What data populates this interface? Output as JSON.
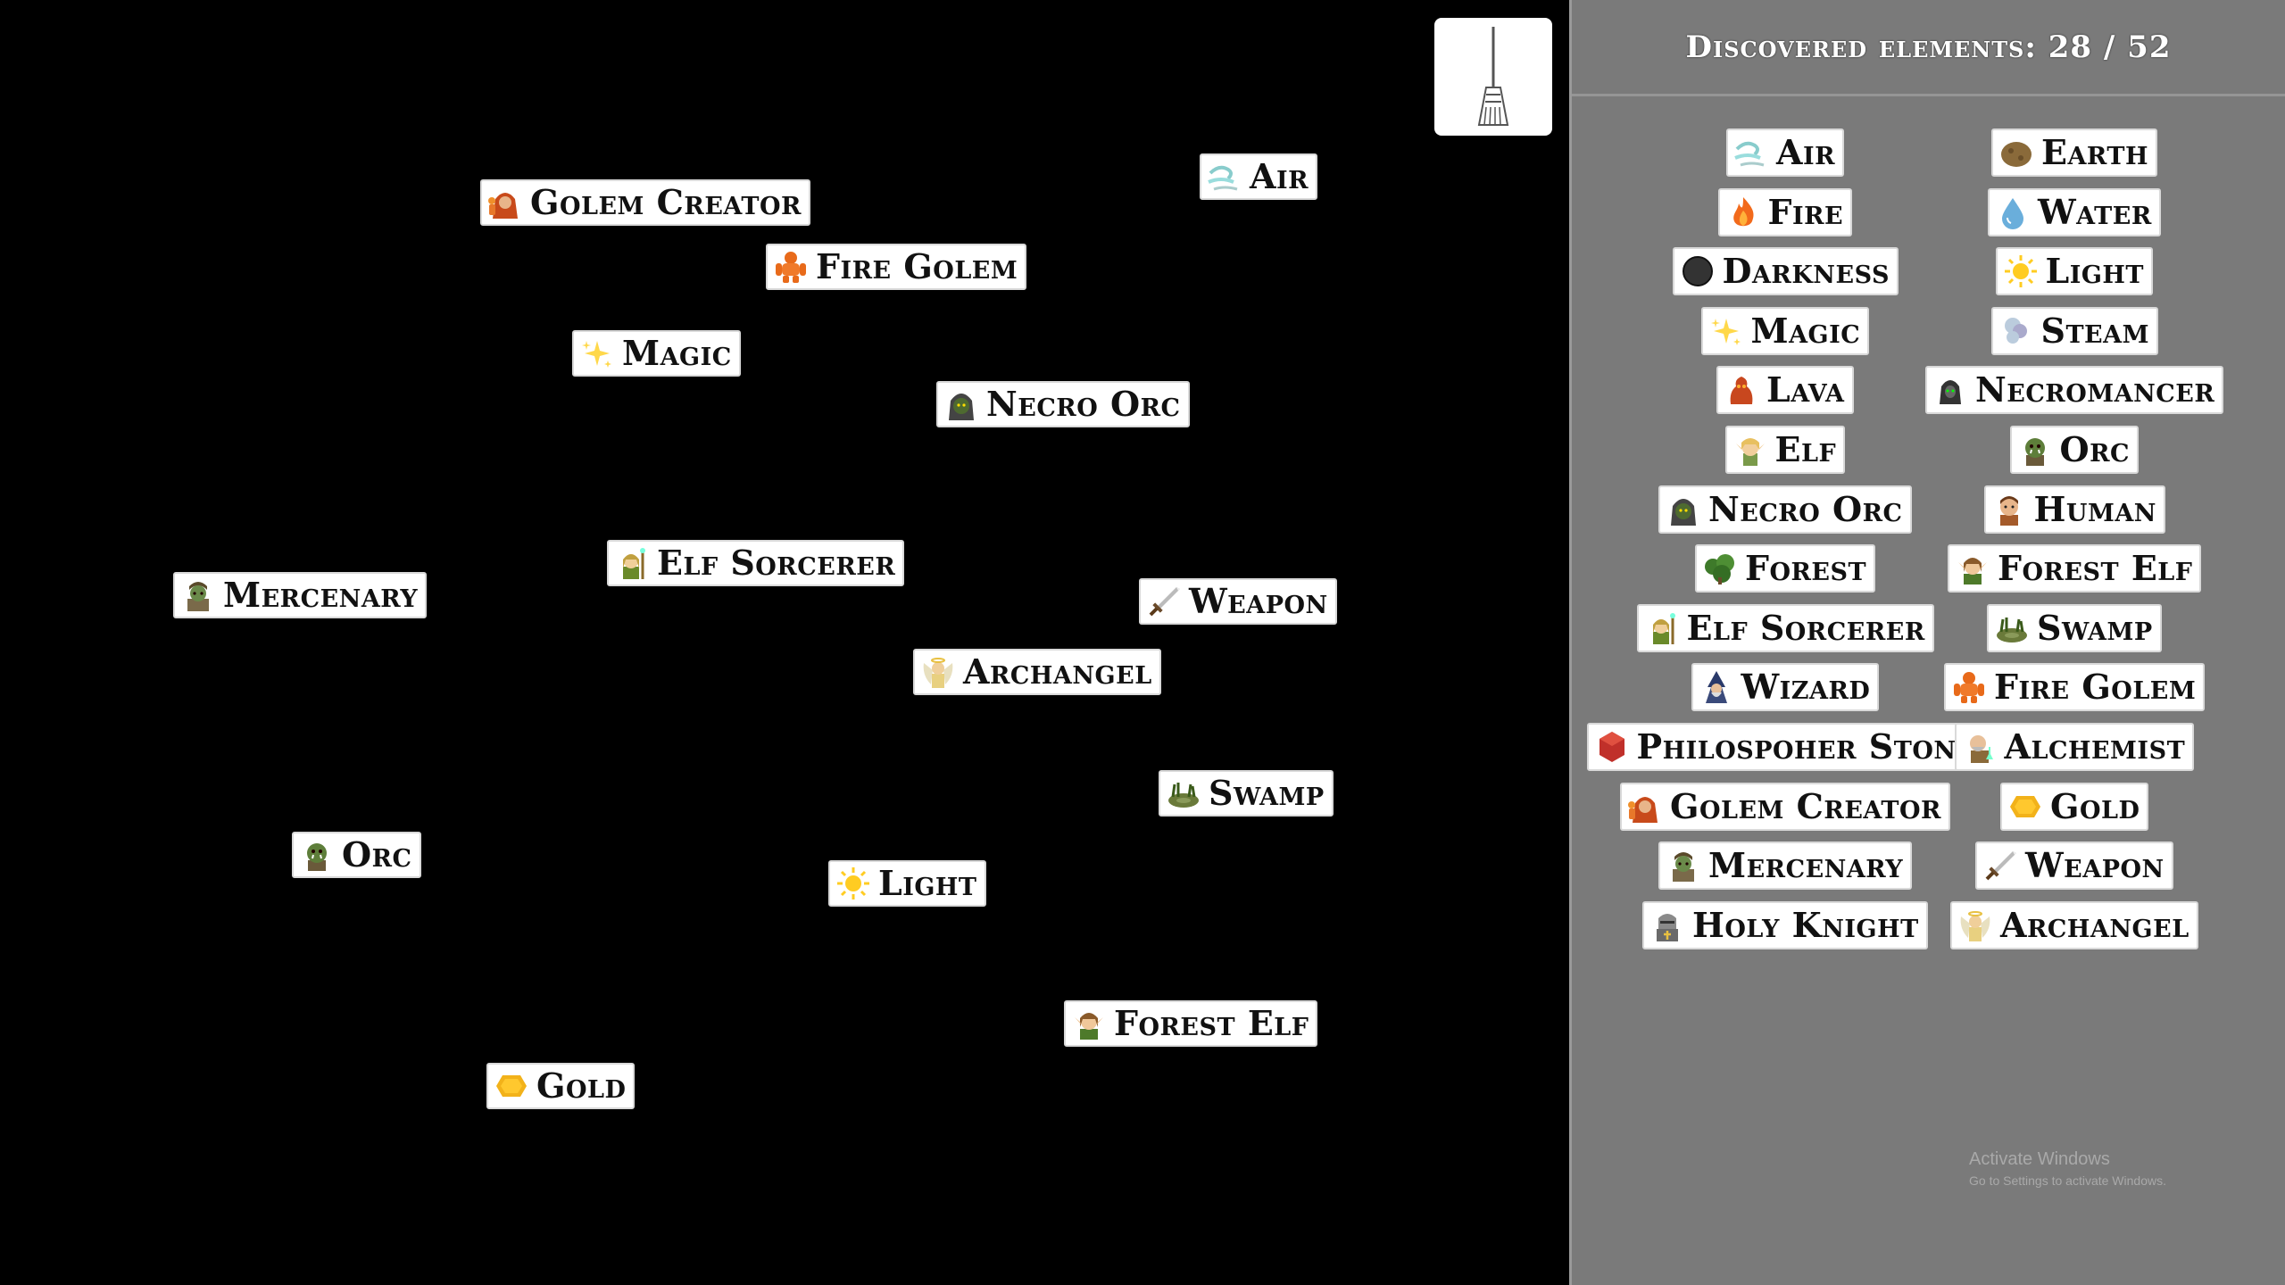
{
  "sidebar": {
    "title": "Discovered elements: 28 / 52",
    "items": [
      {
        "label": "Air",
        "icon": "air-icon"
      },
      {
        "label": "Earth",
        "icon": "earth-icon"
      },
      {
        "label": "Fire",
        "icon": "fire-icon"
      },
      {
        "label": "Water",
        "icon": "water-icon"
      },
      {
        "label": "Darkness",
        "icon": "darkness-icon"
      },
      {
        "label": "Light",
        "icon": "light-icon"
      },
      {
        "label": "Magic",
        "icon": "magic-icon"
      },
      {
        "label": "Steam",
        "icon": "steam-icon"
      },
      {
        "label": "Lava",
        "icon": "lava-icon"
      },
      {
        "label": "Necromancer",
        "icon": "necromancer-icon"
      },
      {
        "label": "Elf",
        "icon": "elf-icon"
      },
      {
        "label": "Orc",
        "icon": "orc-icon"
      },
      {
        "label": "Necro Orc",
        "icon": "necro-orc-icon"
      },
      {
        "label": "Human",
        "icon": "human-icon"
      },
      {
        "label": "Forest",
        "icon": "forest-icon"
      },
      {
        "label": "Forest Elf",
        "icon": "forest-elf-icon"
      },
      {
        "label": "Elf Sorcerer",
        "icon": "elf-sorcerer-icon"
      },
      {
        "label": "Swamp",
        "icon": "swamp-icon"
      },
      {
        "label": "Wizard",
        "icon": "wizard-icon"
      },
      {
        "label": "Fire Golem",
        "icon": "fire-golem-icon"
      },
      {
        "label": "Philospoher Stone",
        "icon": "philosopher-stone-icon"
      },
      {
        "label": "Alchemist",
        "icon": "alchemist-icon"
      },
      {
        "label": "Golem Creator",
        "icon": "golem-creator-icon"
      },
      {
        "label": "Gold",
        "icon": "gold-icon"
      },
      {
        "label": "Mercenary",
        "icon": "mercenary-icon"
      },
      {
        "label": "Weapon",
        "icon": "weapon-icon"
      },
      {
        "label": "Holy Knight",
        "icon": "holy-knight-icon"
      },
      {
        "label": "Archangel",
        "icon": "archangel-icon"
      }
    ]
  },
  "workspace": {
    "items": [
      {
        "label": "Golem Creator",
        "icon": "golem-creator-icon"
      },
      {
        "label": "Air",
        "icon": "air-icon"
      },
      {
        "label": "Fire Golem",
        "icon": "fire-golem-icon"
      },
      {
        "label": "Magic",
        "icon": "magic-icon"
      },
      {
        "label": "Necro Orc",
        "icon": "necro-orc-icon"
      },
      {
        "label": "Elf Sorcerer",
        "icon": "elf-sorcerer-icon"
      },
      {
        "label": "Mercenary",
        "icon": "mercenary-icon"
      },
      {
        "label": "Weapon",
        "icon": "weapon-icon"
      },
      {
        "label": "Archangel",
        "icon": "archangel-icon"
      },
      {
        "label": "Swamp",
        "icon": "swamp-icon"
      },
      {
        "label": "Orc",
        "icon": "orc-icon"
      },
      {
        "label": "Light",
        "icon": "light-icon"
      },
      {
        "label": "Forest Elf",
        "icon": "forest-elf-icon"
      },
      {
        "label": "Gold",
        "icon": "gold-icon"
      }
    ]
  },
  "toolbar": {
    "clear_icon": "broom-icon"
  },
  "watermark": {
    "line1": "Activate Windows",
    "line2": "Go to Settings to activate Windows."
  }
}
